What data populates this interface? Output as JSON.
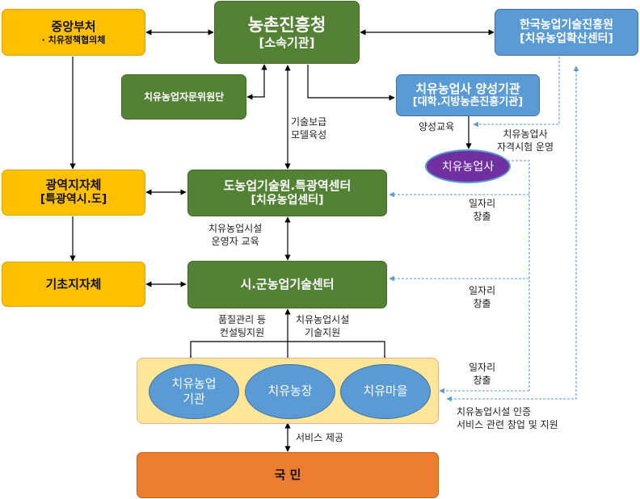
{
  "nodes": {
    "central_gov": {
      "title": "중앙부처",
      "subtitle": "· 치유정책협의체"
    },
    "rda": {
      "title": "농촌진흥청",
      "subtitle": "[소속기관]"
    },
    "koat": {
      "title": "한국농업기술진흥원",
      "subtitle": "[치유농업확산센터]"
    },
    "advisory": {
      "title": "치유농업자문위원단"
    },
    "training": {
      "title": "치유농업사 양성기관",
      "subtitle": "[대학.지방농촌진흥기관]"
    },
    "therapist": {
      "title": "치유농업사"
    },
    "metro": {
      "title": "광역지자체",
      "subtitle": "[특광역시.도]"
    },
    "provincial_center": {
      "title": "도농업기술원.특광역센터",
      "subtitle": "[치유농업센터]"
    },
    "local": {
      "title": "기초지자체"
    },
    "city_center": {
      "title": "시.군농업기술센터"
    },
    "institution": {
      "line1": "치유농업",
      "line2": "기관"
    },
    "farm": {
      "title": "치유농장"
    },
    "village": {
      "title": "치유마을"
    },
    "public": {
      "title": "국 민"
    }
  },
  "labels": {
    "tech_dist": [
      "기술보급",
      "모델육성"
    ],
    "training_edu": "양성교육",
    "exam": [
      "치유농업사",
      "자격시험 운영"
    ],
    "jobs1": [
      "일자리",
      "창출"
    ],
    "jobs2": [
      "일자리",
      "창출"
    ],
    "jobs3": [
      "일자리",
      "창출"
    ],
    "operator_edu": [
      "치유농업시설",
      "운영자 교육"
    ],
    "quality": [
      "품질관리 등",
      "컨설팅지원"
    ],
    "facility_tech": [
      "치유농업시설",
      "기술지원"
    ],
    "cert": [
      "치유농업시설 인증",
      "서비스 관련 창업 및 지원"
    ],
    "service": "서비스 제공"
  },
  "colors": {
    "yellow": "#ffc000",
    "green": "#548235",
    "blue": "#5b9bd5",
    "purple": "#7030a0",
    "orange": "#ed7d31",
    "tray": "#ffe699",
    "dashed": "#5b9bd5"
  }
}
